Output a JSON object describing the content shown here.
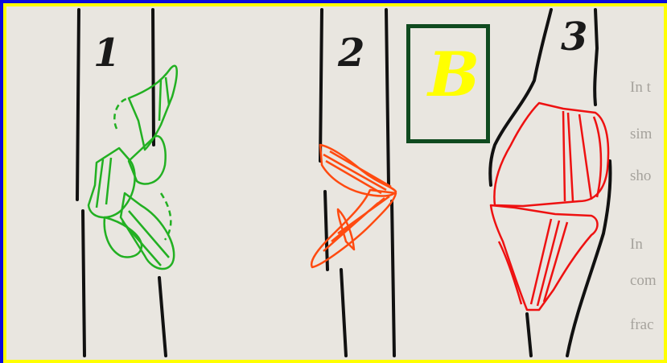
{
  "panel_numbers": [
    "1",
    "2",
    "3"
  ],
  "panel_label": "B",
  "background_text": [
    "In t",
    "sim",
    "sho",
    "In",
    "com",
    "frac"
  ],
  "colors": {
    "outer_border": "#0b0bdc",
    "inner_border": "#ffff00",
    "paper": "#e9e6e0",
    "bone": "#111111",
    "fracture_1": "#22b022",
    "fracture_2": "#ff4a10",
    "fracture_3": "#ee1111",
    "label_box": "#0f4a1f",
    "label_text": "#ffff00"
  }
}
